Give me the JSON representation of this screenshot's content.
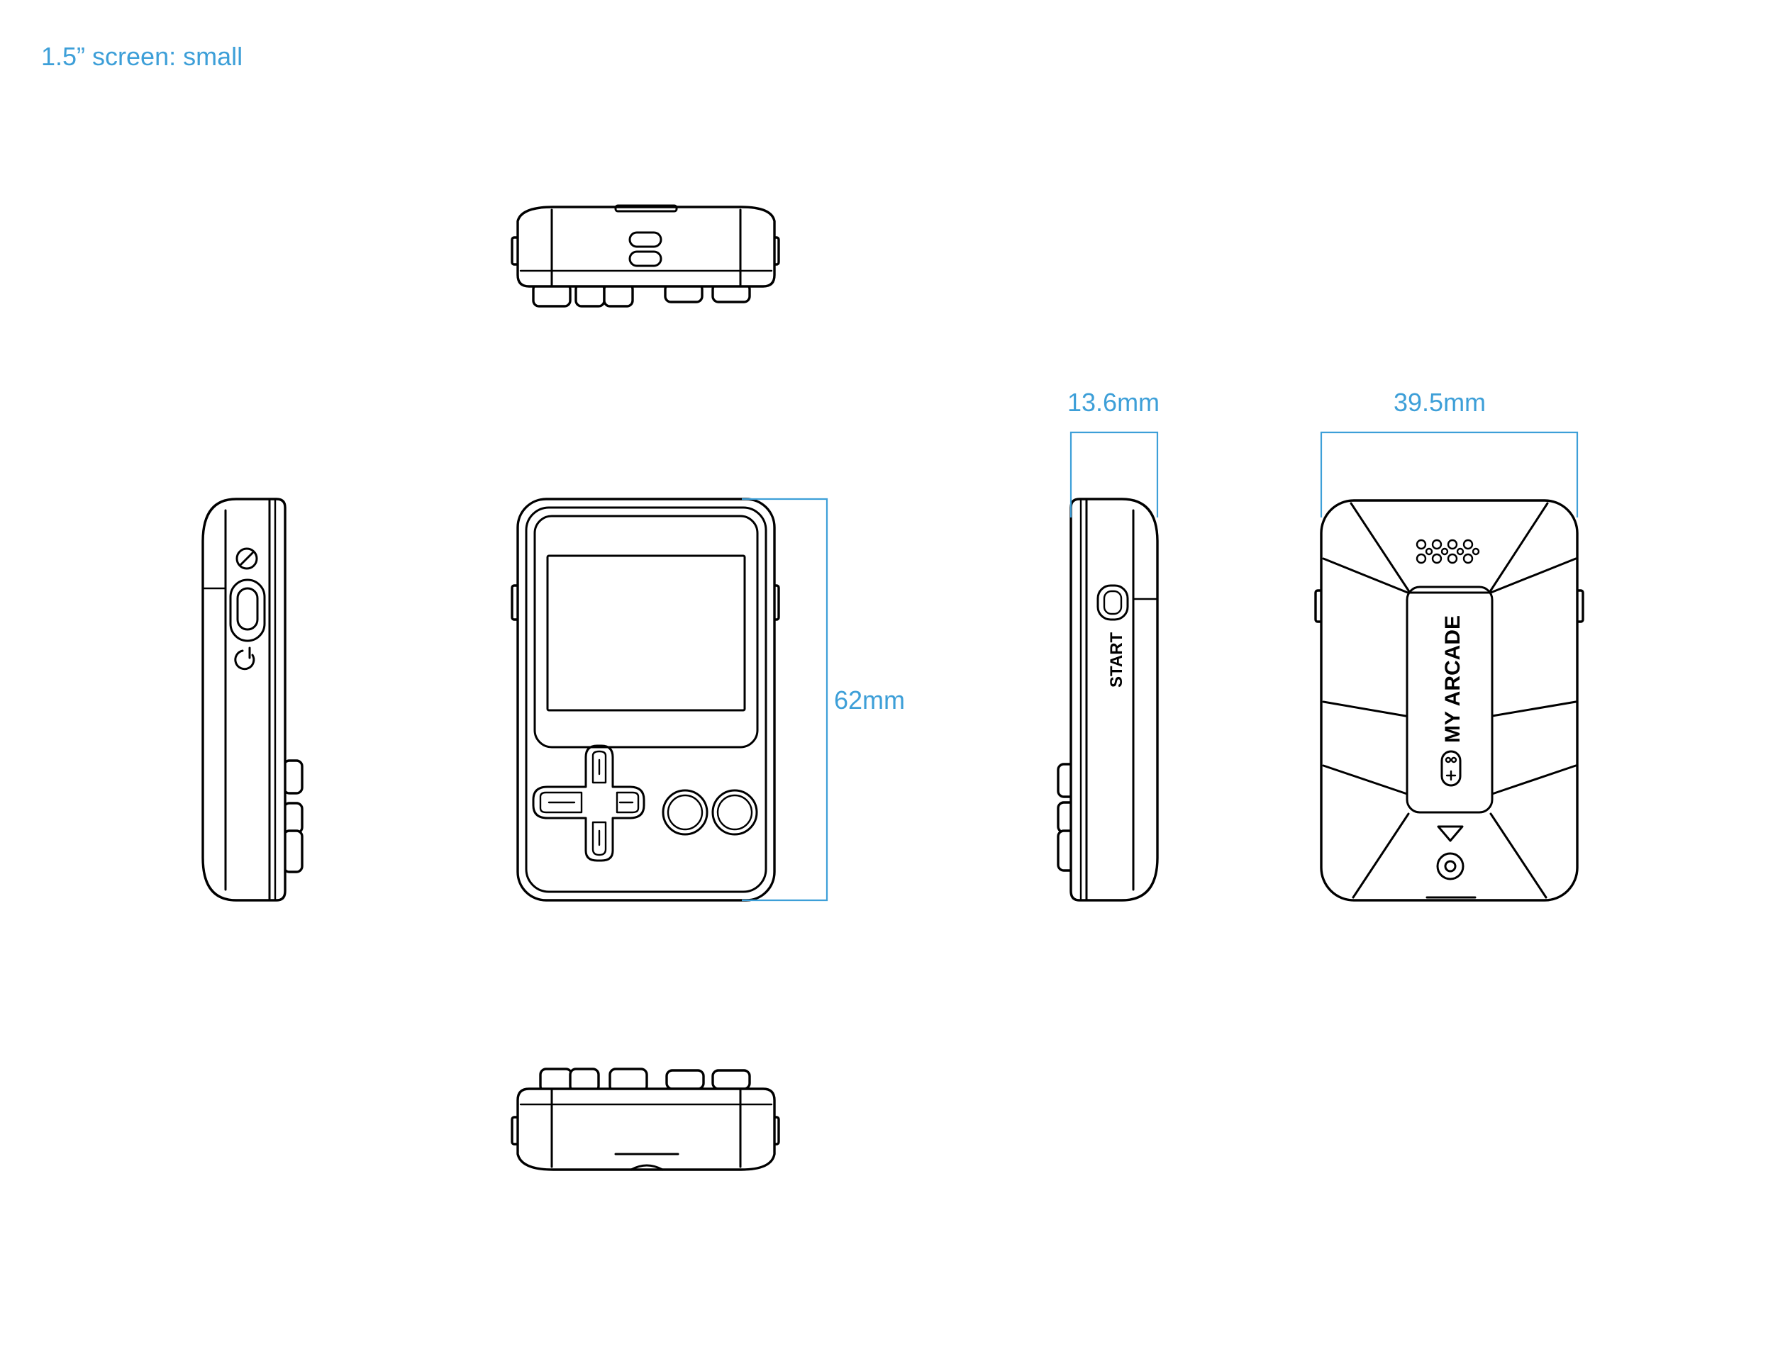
{
  "heading": "1.5” screen: small",
  "dimensions": {
    "height": "62mm",
    "depth": "13.6mm",
    "width": "39.5mm"
  },
  "device_labels": {
    "start_button": "START",
    "brand": "MY ARCADE"
  },
  "colors": {
    "annotation": "#3d9fd8",
    "outline": "#000000",
    "background": "#ffffff"
  },
  "views": [
    "top",
    "left-side",
    "front",
    "right-side",
    "back",
    "bottom"
  ],
  "icons": {
    "left_side": [
      "lock-icon",
      "power-icon"
    ],
    "back": [
      "speaker-grille-icon",
      "controller-logo-icon",
      "triangle-marker-icon",
      "reset-hole-icon"
    ]
  }
}
